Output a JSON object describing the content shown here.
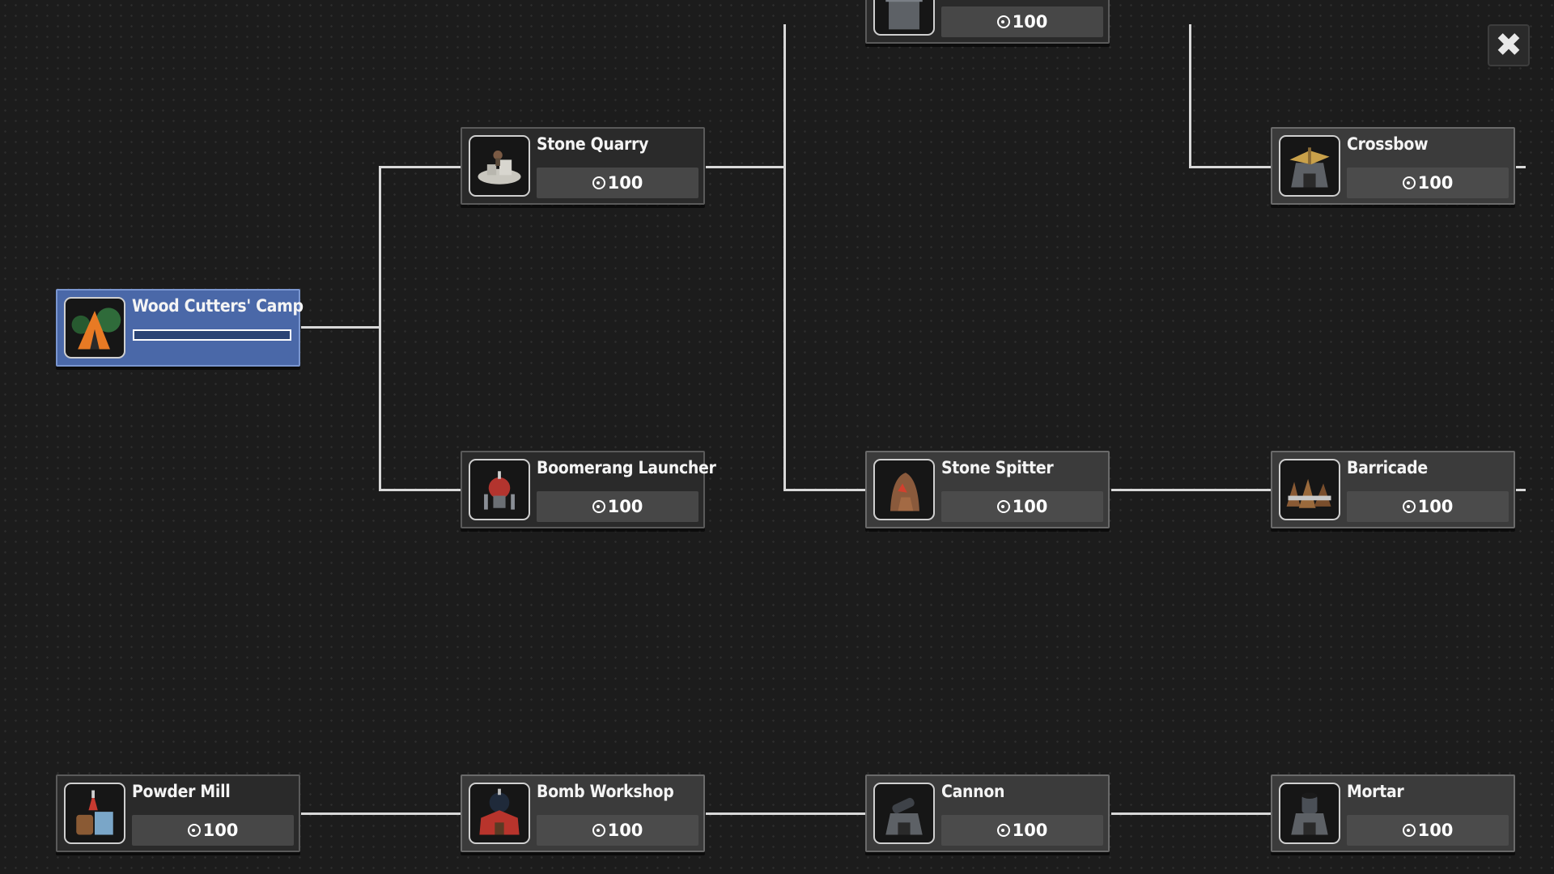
{
  "close_button": {
    "icon": "close-icon",
    "glyph": "✖"
  },
  "nodes": {
    "top_hidden": {
      "title": "",
      "cost": "100",
      "icon": "tower-icon"
    },
    "stone_quarry": {
      "title": "Stone Quarry",
      "cost": "100",
      "icon": "stone-quarry-icon"
    },
    "crossbow": {
      "title": "Crossbow",
      "cost": "100",
      "icon": "crossbow-tower-icon"
    },
    "wood_cutters_camp": {
      "title": "Wood Cutters' Camp",
      "progress": 0,
      "icon": "wood-cutters-camp-icon",
      "color": "#4a68a8"
    },
    "boomerang_launcher": {
      "title": "Boomerang Launcher",
      "cost": "100",
      "icon": "boomerang-launcher-icon"
    },
    "stone_spitter": {
      "title": "Stone Spitter",
      "cost": "100",
      "icon": "stone-spitter-icon"
    },
    "barricade": {
      "title": "Barricade",
      "cost": "100",
      "icon": "barricade-icon"
    },
    "powder_mill": {
      "title": "Powder Mill",
      "cost": "100",
      "icon": "powder-mill-icon"
    },
    "bomb_workshop": {
      "title": "Bomb Workshop",
      "cost": "100",
      "icon": "bomb-workshop-icon"
    },
    "cannon": {
      "title": "Cannon",
      "cost": "100",
      "icon": "cannon-icon"
    },
    "mortar": {
      "title": "Mortar",
      "cost": "100",
      "icon": "mortar-icon"
    }
  },
  "currency_icon": "coin-icon"
}
